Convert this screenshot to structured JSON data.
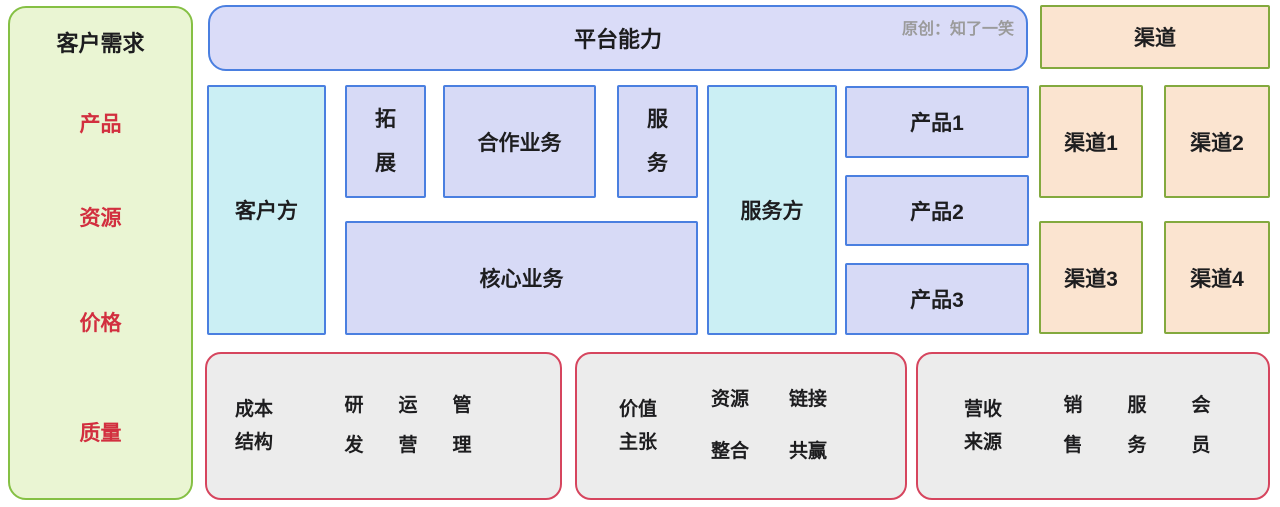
{
  "left_panel": {
    "title": "客户需求",
    "items": [
      "产品",
      "资源",
      "价格",
      "质量"
    ]
  },
  "top": {
    "platform": "平台能力",
    "watermark": "原创：知了一笑",
    "channel_header": "渠道"
  },
  "middle": {
    "customer_side": "客户方",
    "expand": "拓展",
    "cooperation": "合作业务",
    "service": "服务",
    "core_business": "核心业务",
    "service_side": "服务方",
    "products": [
      "产品1",
      "产品2",
      "产品3"
    ],
    "channels": [
      "渠道1",
      "渠道2",
      "渠道3",
      "渠道4"
    ]
  },
  "bottom_boxes": [
    {
      "label_line1": "成本",
      "label_line2": "结构",
      "words": [
        "研发",
        "运营",
        "管理"
      ]
    },
    {
      "label_line1": "价值",
      "label_line2": "主张",
      "words": [
        "资源",
        "链接",
        "整合",
        "共赢"
      ]
    },
    {
      "label_line1": "营收",
      "label_line2": "来源",
      "words": [
        "销售",
        "服务",
        "会员"
      ]
    }
  ],
  "colors": {
    "left_panel_fill": "#eaf5d3",
    "left_panel_border": "#85c044",
    "red_label_text": "#d22f3f",
    "banner_fill": "#dadcf8",
    "blue_border": "#4a7fe0",
    "lavender_fill": "#d7daf6",
    "cyan_fill": "#cbeff4",
    "peach_fill": "#fbe4d0",
    "channel_border": "#83a93e",
    "gray_fill": "#ececec",
    "red_border": "#d6455e",
    "watermark_text": "#9b9b9b"
  }
}
